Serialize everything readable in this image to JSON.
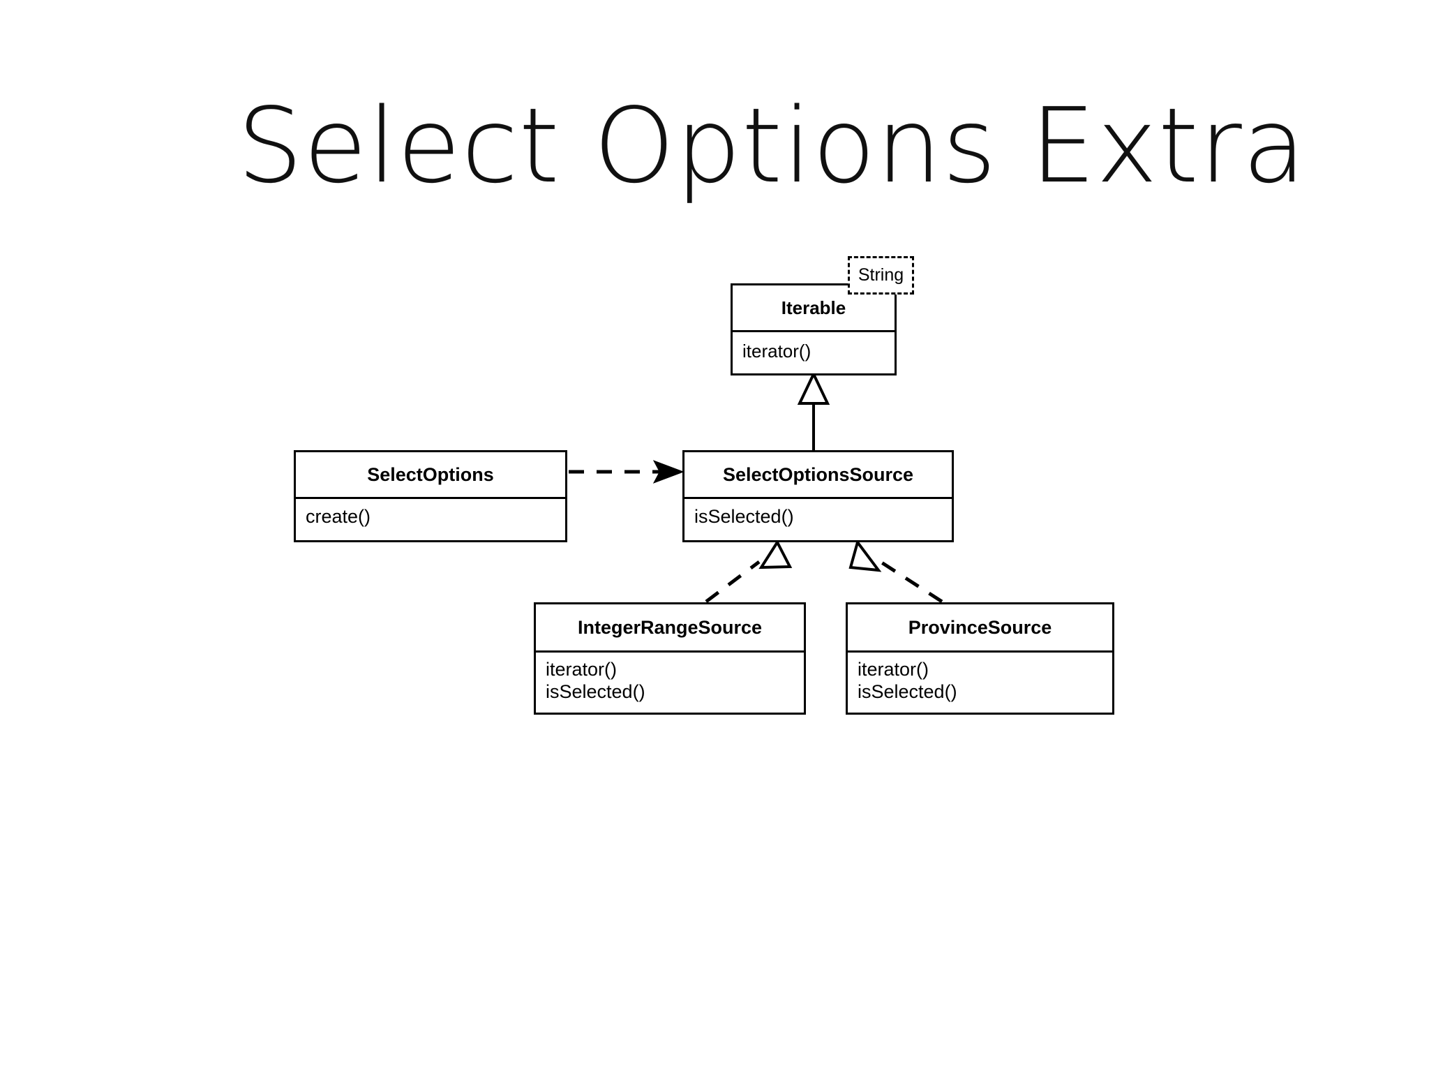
{
  "slide": {
    "title": "Select Options Extra",
    "background_color": "#ffffff",
    "stroke_color": "#000000"
  },
  "diagram": {
    "kind": "uml-class-diagram",
    "classes": [
      {
        "id": "iterable",
        "name": "Iterable",
        "stereotype": "",
        "template_parameter": "String",
        "members": [
          "iterator()"
        ]
      },
      {
        "id": "selectoptions",
        "name": "SelectOptions",
        "stereotype": "",
        "template_parameter": "",
        "members": [
          "create()"
        ]
      },
      {
        "id": "selectoptionssource",
        "name": "SelectOptionsSource",
        "stereotype": "",
        "template_parameter": "",
        "members": [
          "isSelected()"
        ]
      },
      {
        "id": "integerrangesource",
        "name": "IntegerRangeSource",
        "stereotype": "",
        "template_parameter": "",
        "members": [
          "iterator()",
          "isSelected()"
        ]
      },
      {
        "id": "provincesource",
        "name": "ProvinceSource",
        "stereotype": "",
        "template_parameter": "",
        "members": [
          "iterator()",
          "isSelected()"
        ]
      }
    ],
    "relationships": [
      {
        "id": "rel-dependency-selectoptions-source",
        "type": "dependency",
        "line": "dashed",
        "arrowhead": "open-filled",
        "from": "SelectOptions",
        "to": "SelectOptionsSource",
        "label": ""
      },
      {
        "id": "rel-generalization-source-iterable",
        "type": "generalization",
        "line": "solid",
        "arrowhead": "hollow-triangle",
        "from": "SelectOptionsSource",
        "to": "Iterable",
        "label": ""
      },
      {
        "id": "rel-realization-integerrange-source",
        "type": "realization",
        "line": "dashed",
        "arrowhead": "hollow-triangle",
        "from": "IntegerRangeSource",
        "to": "SelectOptionsSource",
        "label": ""
      },
      {
        "id": "rel-realization-province-source",
        "type": "realization",
        "line": "dashed",
        "arrowhead": "hollow-triangle",
        "from": "ProvinceSource",
        "to": "SelectOptionsSource",
        "label": ""
      }
    ]
  }
}
